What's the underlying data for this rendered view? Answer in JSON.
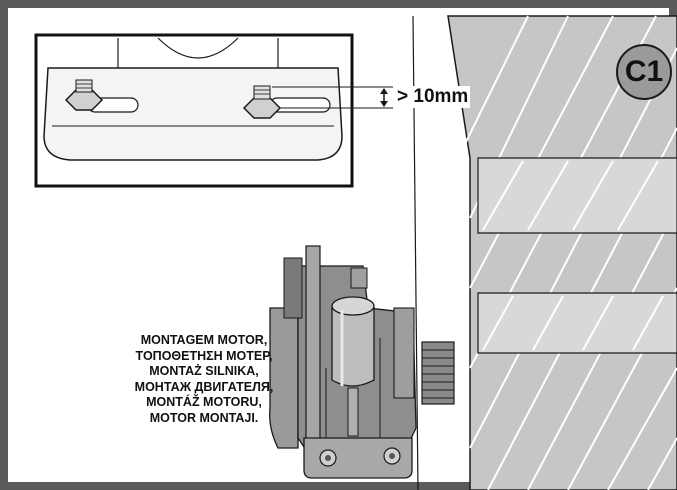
{
  "step_badge": "C1",
  "dimension_label": "> 10mm",
  "caption_lines": "MONTAGEM MOTOR,\nΤΟΠΟΘΕΤΗΣΗ ΜΟΤΕΡ,\nMONTAŻ SILNIKA,\nМОНТАЖ ДВИГАТЕЛЯ,\nMONTÁŽ MOTORU,\nMOTOR MONTAJI.",
  "colors": {
    "frame": "#5a5a5a",
    "gate": "#c4c4c4",
    "motor": "#8e8e8e",
    "outline": "#1a1a1a"
  },
  "icons": [
    "nut-icon",
    "dimension-arrow-icon",
    "motor-icon",
    "gate-icon"
  ]
}
